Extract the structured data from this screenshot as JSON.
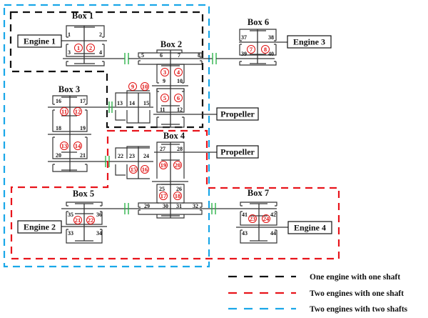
{
  "boxes": {
    "box1": "Box 1",
    "box2": "Box 2",
    "box3": "Box 3",
    "box4": "Box 4",
    "box5": "Box 5",
    "box6": "Box 6",
    "box7": "Box 7"
  },
  "engines": {
    "engine1": "Engine 1",
    "engine2": "Engine 2",
    "engine3": "Engine 3",
    "engine4": "Engine 4"
  },
  "propellers": {
    "upper": "Propeller",
    "lower": "Propeller"
  },
  "bearing_numbers": {
    "n1": "1",
    "n2": "2",
    "n3": "3",
    "n4": "4",
    "n5": "5",
    "n6": "6",
    "n7": "7",
    "n8": "8",
    "n9": "9",
    "n10": "10",
    "n11": "11",
    "n12": "12",
    "n13": "13",
    "n14": "14",
    "n15": "15",
    "n16": "16",
    "n17": "17",
    "n18": "18",
    "n19": "19",
    "n20": "20",
    "n21": "21",
    "n22": "22",
    "n23": "23",
    "n24": "24",
    "n25": "25",
    "n26": "26",
    "n27": "27",
    "n28": "28",
    "n29": "29",
    "n30": "30",
    "n31": "31",
    "n32": "32",
    "n33": "33",
    "n34": "34",
    "n35": "35",
    "n36": "36",
    "n37": "37",
    "n38": "38",
    "n39": "39",
    "n40": "40",
    "n41": "41",
    "n42": "42",
    "n43": "43",
    "n44": "44"
  },
  "gear_numbers": {
    "g1": "1",
    "g2": "2",
    "g3": "3",
    "g4": "4",
    "g5": "5",
    "g6": "6",
    "g7": "7",
    "g8": "8",
    "g9": "9",
    "g10": "10",
    "g11": "11",
    "g12": "12",
    "g13": "13",
    "g14": "14",
    "g15": "15",
    "g16": "16",
    "g17": "17",
    "g18": "18",
    "g19": "19",
    "g20": "20",
    "g21": "21",
    "g22": "22",
    "g23": "23",
    "g24": "24"
  },
  "legend": [
    {
      "label": "One engine with one shaft",
      "color": "#111111"
    },
    {
      "label": "Two engines with one shaft",
      "color": "#e8141b"
    },
    {
      "label": "Two engines with two shafts",
      "color": "#1aa7e8"
    }
  ],
  "colors": {
    "gear": "#e01010",
    "coupling": "#2db34a"
  }
}
